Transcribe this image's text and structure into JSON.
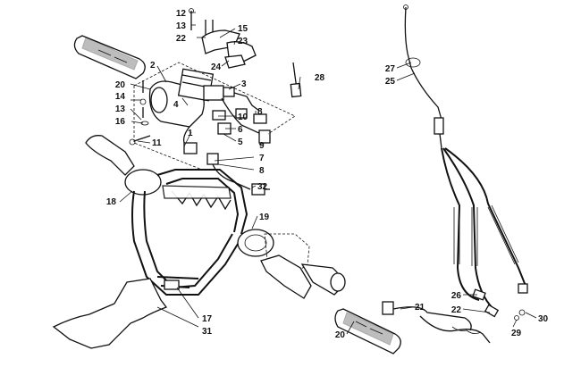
{
  "callouts": {
    "c2": "2",
    "c3": "3",
    "c5": "5",
    "c6": "6",
    "c7": "7",
    "c8a": "8",
    "c8b": "8",
    "c9": "9",
    "c10": "10",
    "c11": "11",
    "c12": "12",
    "c13a": "13",
    "c13b": "13",
    "c14": "14",
    "c15": "15",
    "c16": "16",
    "c17": "17",
    "c18": "18",
    "c19": "19",
    "c20a": "20",
    "c20b": "20",
    "c21": "21",
    "c22": "22",
    "c23": "23",
    "c24": "24",
    "c25": "25",
    "c26": "26",
    "c27": "27",
    "c28": "28",
    "c29": "29",
    "c30": "30",
    "c31": "31",
    "c32": "32",
    "c1": "1",
    "c4": "4"
  }
}
